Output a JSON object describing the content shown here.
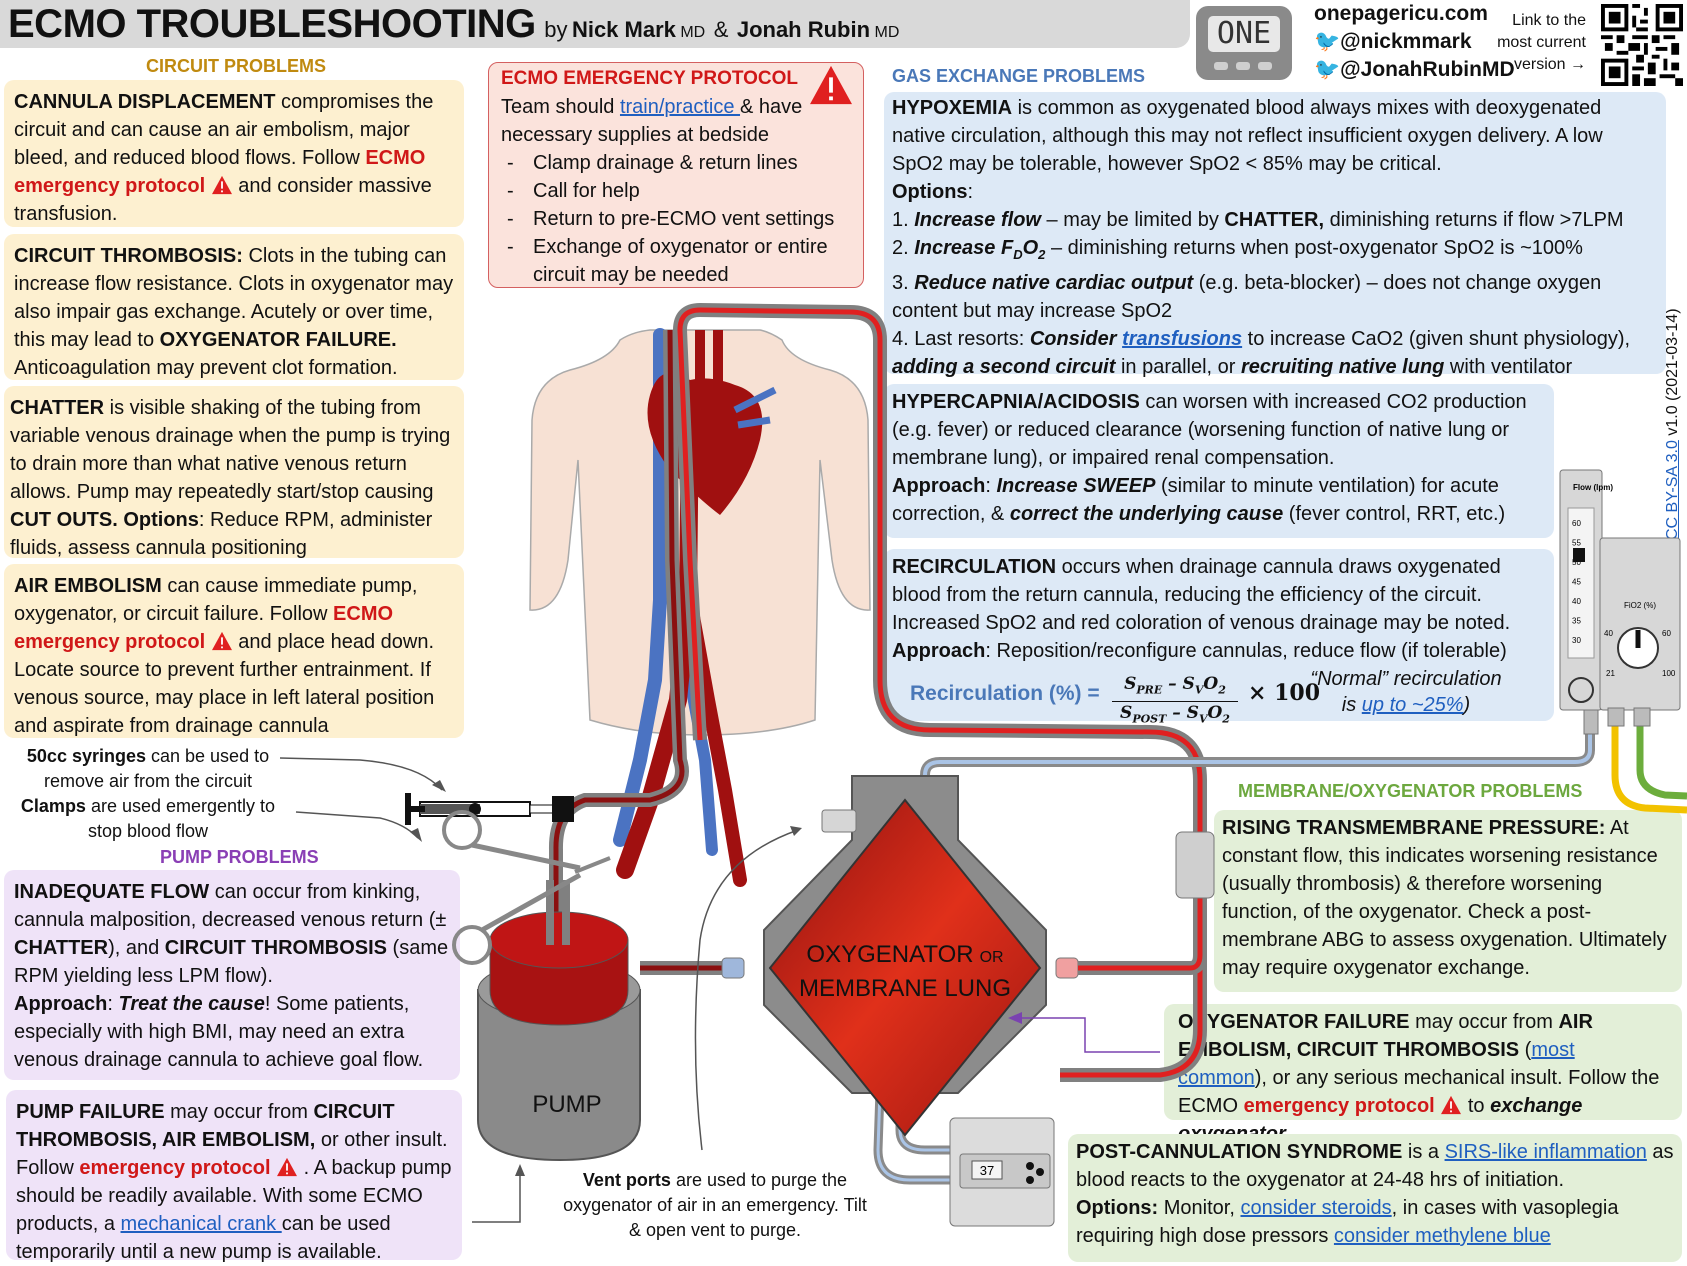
{
  "header": {
    "title": "ECMO TROUBLESHOOTING",
    "by": "by",
    "author1": "Nick Mark",
    "md": "MD",
    "amp": "&",
    "author2": "Jonah Rubin",
    "logo_text": "ONE",
    "site": "onepagericu.com",
    "twitter1": "@nickmmark",
    "twitter2": "@JonahRubinMD",
    "link_text_1": "Link to the",
    "link_text_2": "most current",
    "link_text_3": "version →"
  },
  "license": {
    "cc": "CC BY-SA 3.0",
    "version": " v1.0 (2021-03-14)"
  },
  "sections": {
    "circuit": "CIRCUIT PROBLEMS",
    "pump": "PUMP PROBLEMS",
    "gas": "GAS EXCHANGE PROBLEMS",
    "membrane": "MEMBRANE/OXYGENATOR PROBLEMS"
  },
  "cannula": {
    "h": "CANNULA DISPLACEMENT",
    "t1": " compromises the circuit and can cause an air embolism, major bleed, and reduced blood flows. Follow ",
    "r1": "ECMO emergency protocol",
    "t2": " and consider massive transfusion."
  },
  "thrombosis": {
    "h": "CIRCUIT THROMBOSIS:",
    "t1": " Clots in the tubing can increase flow resistance. Clots in oxygenator may also impair gas exchange. Acutely or over time, this may lead to ",
    "b1": "OXYGENATOR FAILURE.",
    "t2": " Anticoagulation may prevent clot formation."
  },
  "chatter": {
    "h": "CHATTER",
    "t1": " is visible shaking of the tubing from variable venous drainage when the pump is trying to drain more than what native venous return allows. Pump may repeatedly start/stop causing ",
    "b1": "CUT OUTS.",
    "b2": " Options",
    "t2": ": Reduce RPM, administer fluids, assess cannula positioning"
  },
  "air": {
    "h": "AIR EMBOLISM",
    "t1": " can cause immediate pump, oxygenator, or circuit failure. Follow ",
    "r1": "ECMO emergency protocol",
    "t2": " and place head down. Locate source to prevent further entrainment. If venous source, may place in left lateral position and aspirate from drainage cannula"
  },
  "syringe": {
    "b1": "50cc syringes",
    "t1": " can be used to remove air from the circuit",
    "b2": "Clamps",
    "t2": " are used emergently to stop blood flow"
  },
  "inadequate": {
    "h": "INADEQUATE FLOW",
    "t1": " can occur from kinking, cannula malposition, decreased venous return (± ",
    "b1": "CHATTER",
    "t2": "), and ",
    "b2": "CIRCUIT THROMBOSIS",
    "t3": " (same RPM yielding less LPM flow).",
    "ap": "Approach",
    "t4": ": ",
    "bi": "Treat the cause",
    "t5": "! Some patients, especially with high BMI, may need an extra venous drainage cannula to achieve goal flow."
  },
  "pumpfail": {
    "h": "PUMP FAILURE",
    "t1": " may occur from ",
    "b1": "CIRCUIT THROMBOSIS, AIR EMBOLISM,",
    "t2": " or other insult. Follow ",
    "r1": "emergency protocol",
    "t3": ". A backup pump should be readily available. With some ECMO products, a ",
    "l1": "mechanical crank ",
    "t4": "can be used temporarily until a new pump is available."
  },
  "emergency": {
    "h": "ECMO EMERGENCY PROTOCOL",
    "t1": "Team should ",
    "l1": "train/practice ",
    "t2": "& have necessary supplies at bedside",
    "items": [
      "Clamp drainage & return lines",
      "Call for help",
      "Return to pre-ECMO vent settings",
      "Exchange of oxygenator or entire circuit may be needed"
    ]
  },
  "hypox": {
    "h": "HYPOXEMIA",
    "t1": " is common as oxygenated blood always mixes with deoxygenated native circulation, although this may not reflect insufficient oxygen delivery. A low SpO2 may be tolerable, however SpO2 < 85% may be critical.",
    "opt": "Options",
    "colon": ":",
    "o1a": "1. ",
    "o1b": "Increase flow",
    "o1c": " – may be limited by ",
    "o1d": "CHATTER,",
    "o1e": " diminishing returns if flow >7LPM",
    "o2a": "2. ",
    "o2b": "Increase F",
    "o2sub": "D",
    "o2c": "O",
    "o2sub2": "2",
    "o2d": "  – diminishing returns when post-oxygenator SpO2 is ~100%",
    "o3a": "3. ",
    "o3b": "Reduce native cardiac output",
    "o3c": " (e.g. beta-blocker) – does not change oxygen content but may increase SpO2",
    "o4a": "4. Last resorts: ",
    "o4b": "Consider ",
    "o4l": "transfusions",
    "o4c": " to increase CaO2 (given shunt physiology), ",
    "o4d": "adding a second circuit",
    "o4e": " in parallel, or ",
    "o4f": "recruiting native lung",
    "o4g": " with ventilator"
  },
  "hypercap": {
    "h": "HYPERCAPNIA/ACIDOSIS",
    "t1": " can worsen with increased CO2 production (e.g. fever) or reduced clearance (worsening function of native lung or membrane lung), or impaired renal compensation.",
    "ap": "Approach",
    "t2": ": ",
    "bi1": "Increase SWEEP",
    "t3": " (similar to minute ventilation) for acute correction, & ",
    "bi2": "correct the underlying cause",
    "t4": " (fever control, RRT, etc.)"
  },
  "recirc": {
    "h": "RECIRCULATION",
    "t1": " occurs when drainage cannula draws oxygenated blood from the return cannula, reducing the efficiency of the circuit. Increased SpO2 and red coloration of venous drainage may be noted.",
    "ap": "Approach",
    "t2": ": Reposition/reconfigure cannulas, reduce flow (if tolerable)",
    "formula_label": "Recirculation (%) =",
    "num": "S",
    "num_sub": "PRE",
    "num_mid": " – S",
    "num_sub2": "V",
    "num_end": "O",
    "num_sub3": "2",
    "den": "S",
    "den_sub": "POST",
    "times": "× 100",
    "normal1": "“Normal” recirculation",
    "normal2": "is ",
    "normal_link": "up to ~25%",
    "normal3": ")"
  },
  "membrane": {
    "h": "RISING TRANSMEMBRANE PRESSURE:",
    "t1": " At constant flow, this indicates worsening resistance (usually thrombosis) & therefore worsening function, of the oxygenator. Check a post-membrane ABG to assess oxygenation. Ultimately may require oxygenator exchange."
  },
  "oxyfail": {
    "h": "OXYGENATOR FAILURE",
    "t1": " may occur from ",
    "b1": "AIR EMBOLISM, CIRCUIT THROMBOSIS",
    "t2": " (",
    "l1": "most common",
    "t3": "), or any serious mechanical insult. Follow the ECMO ",
    "r1": "emergency protocol",
    "t4": " to ",
    "bi": "exchange oxygenator",
    "t5": "."
  },
  "postcan": {
    "h": "POST-CANNULATION SYNDROME",
    "t1": " is a ",
    "l1": "SIRS-like inflammation",
    "t2": " as blood reacts to the oxygenator at 24-48 hrs of initiation.",
    "opt": "Options:",
    "t3": " Monitor, ",
    "l2": "consider steroids",
    "t4": ", in cases with vasoplegia requiring high dose pressors ",
    "l3": "consider methylene blue"
  },
  "vent": {
    "b1": "Vent ports",
    "t1": " are used to purge the oxygenator of air in an emergency. Tilt & open vent to purge."
  },
  "diagram": {
    "oxy_label1": "OXYGENATOR",
    "oxy_or": "OR",
    "oxy_label2": "MEMBRANE LUNG",
    "pump_label": "PUMP",
    "heater_value": "37",
    "flow_title": "Flow (lpm)",
    "flow_ticks": [
      "60",
      "55",
      "50",
      "45",
      "40",
      "35",
      "30"
    ],
    "fio2_title": "FiO2 (%)",
    "fio2_ticks": [
      "40",
      "60",
      "21",
      "100"
    ]
  }
}
